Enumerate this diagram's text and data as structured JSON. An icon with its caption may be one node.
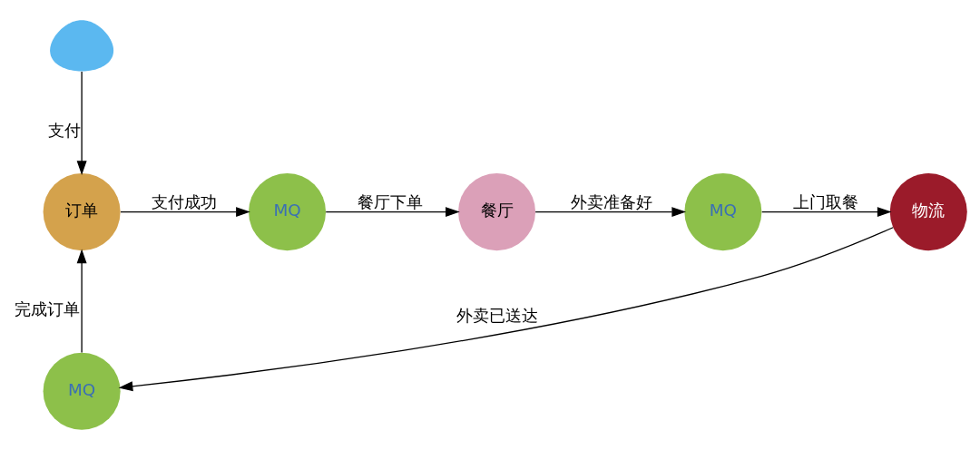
{
  "diagram": {
    "nodes": [
      {
        "text": [],
        "shape": "person"
      },
      {
        "text": [
          "订单"
        ]
      },
      {
        "text": [
          "MQ"
        ]
      },
      {
        "text": [
          "餐厅"
        ]
      },
      {
        "text": [
          "MQ"
        ]
      },
      {
        "text": [
          "物流"
        ]
      },
      {
        "text": [
          "MQ"
        ]
      }
    ],
    "edges": [
      {
        "from": 0,
        "to": 1,
        "arrow": "to",
        "label": "支付"
      },
      {
        "from": 1,
        "to": 2,
        "arrow": "to",
        "label": "支付成功"
      },
      {
        "from": 2,
        "to": 3,
        "arrow": "to",
        "label": "餐厅下单"
      },
      {
        "from": 3,
        "to": 4,
        "arrow": "to",
        "label": "外卖准备好"
      },
      {
        "from": 4,
        "to": 5,
        "arrow": "to",
        "label": "上门取餐"
      },
      {
        "from": 5,
        "to": 6,
        "arrow": "to",
        "label": "外卖已送达"
      },
      {
        "from": 6,
        "to": 1,
        "arrow": "to",
        "label": "完成订单"
      }
    ]
  }
}
